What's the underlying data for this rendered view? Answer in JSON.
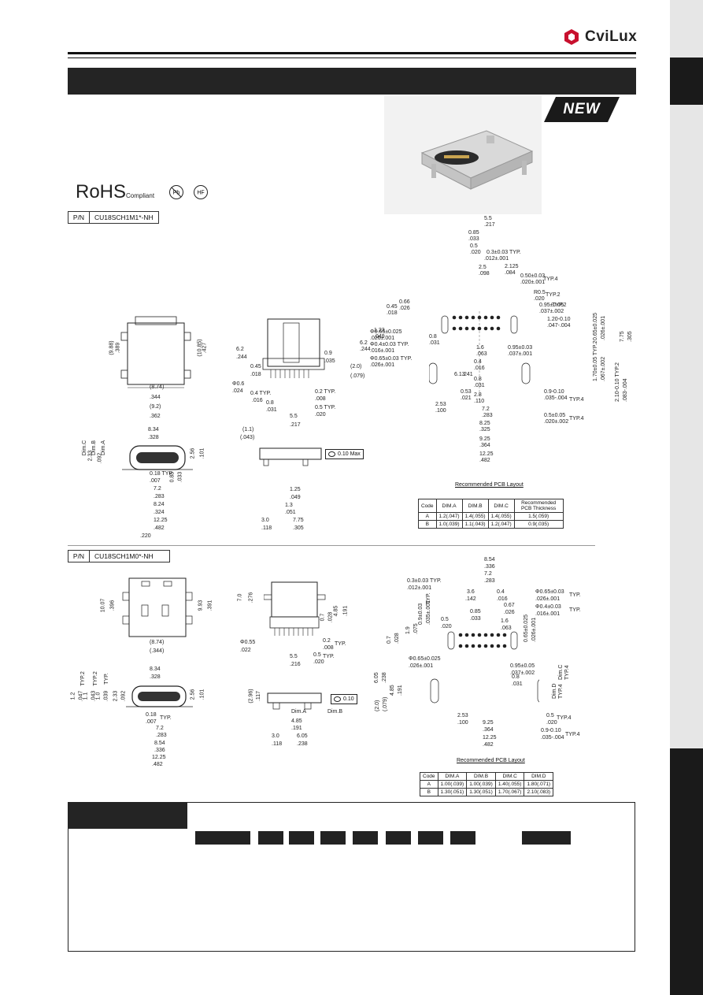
{
  "header": {
    "logo_text": "CviLux",
    "badge": "NEW",
    "rohs_main": "RoHS",
    "rohs_sub": "Compliant",
    "pb_icon_text": "Pb",
    "hf_icon_text": "HF"
  },
  "part1": {
    "pn_key": "P/N",
    "pn_value": "CU18SCH1M1*-NH",
    "dims_left": [
      "(9.88)",
      ".389",
      "(10.85)",
      ".427",
      "(8.74)",
      ".344",
      "(9.2)",
      ".362"
    ],
    "dims_side": [
      "6.2",
      ".244",
      "0.45",
      ".018",
      "0.9",
      ".035",
      "Φ0.6",
      ".024",
      "0.4 TYP.",
      ".016",
      "0.8",
      ".031",
      "0.2 TYP.",
      ".008",
      "0.5 TYP.",
      ".020",
      "5.5",
      ".217"
    ],
    "dims_front": [
      "8.34",
      ".328",
      "Dim.C",
      "Dim.B",
      "Dim.A",
      "2.33",
      ".092",
      "2.56",
      ".101",
      "0.18 TYP.",
      ".007",
      "7.2",
      ".283",
      "0.85",
      ".033",
      "8.24",
      ".324",
      "12.25",
      ".482",
      ".220"
    ],
    "dims_profile": [
      "(1.1)",
      "(.043)",
      "0.10 Max",
      "1.25",
      ".049",
      "1.3",
      ".051",
      "3.0",
      ".118",
      "7.75",
      ".305"
    ],
    "pcb_dims": [
      "5.5",
      ".217",
      "0.85",
      ".033",
      "0.5",
      ".020",
      "0.3±0.03 TYP.",
      ".012±.001",
      "2.5",
      ".098",
      "2.125",
      ".084",
      "0.50±0.03",
      ".020±.001",
      "TYP.4",
      "R0.5",
      ".020",
      "TYP.2",
      "0.95±0.05",
      ".037±.002",
      "TYP.2",
      "1.20-0.10",
      ".047-.004",
      "6.2",
      ".244",
      "1.23",
      ".049",
      "0.45",
      ".018",
      "0.66",
      ".026",
      "Φ0.65±0.025",
      ".026±.001",
      "Φ0.4±0.03 TYP.",
      ".016±.001",
      "Φ0.65±0.03 TYP.",
      ".026±.001",
      "0.8",
      ".031",
      "1.6",
      ".063",
      "0.95±0.03",
      ".037±.001",
      "6.13",
      ".241",
      "0.4",
      ".016",
      "0.8",
      ".031",
      "(2.0)",
      "(.079)",
      "0.53",
      ".021",
      "2.8",
      ".110",
      "2.53",
      ".100",
      "7.2",
      ".283",
      "8.25",
      ".325",
      "9.25",
      ".364",
      "12.25",
      ".482",
      "0.9-0.10",
      ".035-.004",
      "TYP.4",
      "0.5±0.05",
      ".020±.002",
      "TYP.4",
      "1.70±0.05 TYP.2",
      ".067±.002",
      "2.10-0.10 TYP.2",
      ".083-.004",
      "0.65±0.025",
      ".026±.001",
      "7.75",
      ".305"
    ],
    "pcb_label": "Recommended PCB Layout",
    "pcb_table": {
      "headers": [
        "Code",
        "DIM.A",
        "DIM.B",
        "DIM.C",
        "Recommended PCB Thickness"
      ],
      "rows": [
        [
          "A",
          "1.2(.047)",
          "1.4(.055)",
          "1.4(.055)",
          "1.5(.059)"
        ],
        [
          "B",
          "1.0(.039)",
          "1.1(.043)",
          "1.2(.047)",
          "0.9(.035)"
        ]
      ]
    }
  },
  "part2": {
    "pn_key": "P/N",
    "pn_value": "CU18SCH1M0*-NH",
    "dims_top": [
      "10.07",
      ".396",
      "9.93",
      ".391",
      "(8.74)",
      "(.344)"
    ],
    "dims_side": [
      "7.0",
      ".276",
      "4.85",
      ".191",
      "0.7",
      ".028",
      "Φ0.55",
      ".022",
      "0.2",
      ".008",
      "TYP.",
      "5.5",
      ".216",
      "0.5",
      ".020",
      "TYP."
    ],
    "dims_front": [
      "8.34",
      ".328",
      "1.2",
      ".047",
      "TYP.2",
      "1.1",
      ".043",
      "TYP.2",
      "1.0",
      ".039",
      "TYP.",
      "2.33",
      ".092",
      "2.56",
      ".101",
      "0.18",
      ".007",
      "TYP.",
      "7.2",
      ".283",
      "8.54",
      ".336",
      "12.25",
      ".482"
    ],
    "dims_profile": [
      "(2.96)",
      ".117",
      "0.10",
      "Dim.A",
      "Dim.B",
      "4.85",
      ".191",
      "3.0",
      ".118",
      "6.05",
      ".238"
    ],
    "pcb_dims": [
      "8.54",
      ".336",
      "7.2",
      ".283",
      "0.3±0.03 TYP.",
      ".012±.001",
      "3.6",
      ".142",
      "0.4",
      ".016",
      "Φ0.65±0.03",
      ".026±.001",
      "TYP.",
      "Φ0.4±0.03",
      ".016±.001",
      "TYP.",
      "0.67",
      ".026",
      "0.9±0.03",
      ".035±.001",
      "TYP.",
      "0.5",
      ".020",
      "0.85",
      ".033",
      "1.6",
      ".063",
      "0.7",
      ".028",
      "1.9",
      ".075",
      "0.65±0.025",
      ".026±.001",
      "6.05",
      ".238",
      "4.85",
      ".191",
      "Φ0.65±0.025",
      ".026±.001",
      "0.95±0.05",
      ".037±.002",
      "0.8",
      ".031",
      "Dim.C",
      "TYP.4",
      "Dim.D",
      "TYP.4",
      "(2.0)",
      "(.079)",
      "2.53",
      ".100",
      "9.25",
      ".364",
      "12.25",
      ".482",
      "0.5",
      ".020",
      "TYP.4",
      "0.9-0.10",
      ".035-.004",
      "TYP.4"
    ],
    "pcb_label": "Recommended PCB Layout",
    "pcb_table": {
      "headers": [
        "Code",
        "DIM.A",
        "DIM.B",
        "DIM.C",
        "DIM.D"
      ],
      "rows": [
        [
          "A",
          "1.00(.039)",
          "1.00(.039)",
          "1.40(.055)",
          "1.80(.071)"
        ],
        [
          "B",
          "1.30(.051)",
          "1.30(.051)",
          "1.70(.067)",
          "2.10(.083)"
        ]
      ]
    }
  },
  "colors": {
    "dark": "#242424",
    "logo_red": "#c8102e",
    "side_strip": "#e6e6e6"
  }
}
